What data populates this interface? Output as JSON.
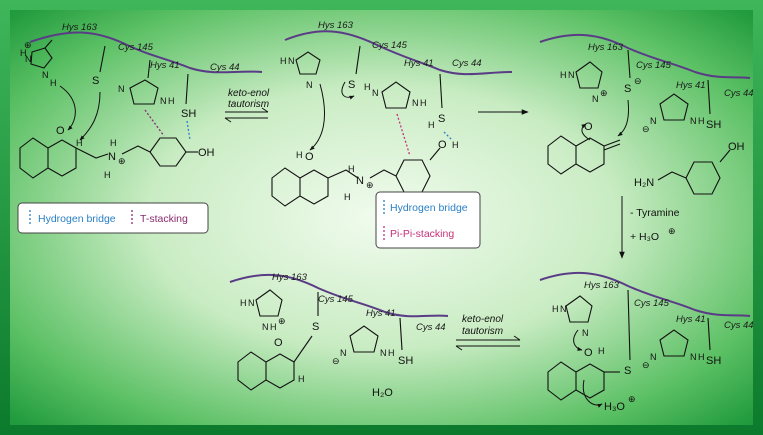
{
  "residues": {
    "his163": "Hys 163",
    "cys145": "Cys 145",
    "his41": "Hys 41",
    "cys44": "Cys 44"
  },
  "atoms": {
    "N": "N",
    "H": "H",
    "S": "S",
    "O": "O",
    "SH": "SH",
    "OH": "OH",
    "H2N": "H₂N",
    "H2O": "H₂O",
    "H3O": "H₃O",
    "plus": "⊕",
    "minus": "⊖"
  },
  "arrows": {
    "keto_enol_1": "keto-enol",
    "keto_enol_2": "tautorism"
  },
  "step": {
    "minus_tyramine": "- Tyramine",
    "plus_h3o": "+ H₃O"
  },
  "legend1": {
    "hydrogen_bridge": "Hydrogen bridge",
    "t_stacking": "T-stacking"
  },
  "legend2": {
    "hydrogen_bridge": "Hydrogen bridge",
    "pi_stacking": "Pi-Pi-stacking"
  },
  "colors": {
    "frame_dark": "#0b7a2c",
    "frame_mid": "#3ab24e",
    "center": "#e9f8e4",
    "chain": "#5a3c86",
    "hbond": "#2a7fc4",
    "pi": "#c4307a",
    "tstack": "#8a2a6e"
  }
}
